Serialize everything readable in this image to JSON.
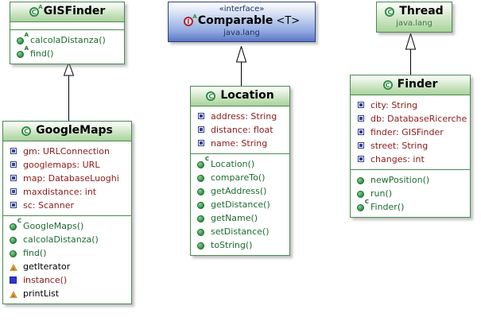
{
  "diagram": {
    "title": "UML Class Diagram",
    "colors": {
      "class_border": "#4a8a52",
      "class_header_top": "#ffffff",
      "class_header_bottom": "#a9d39b",
      "interface_border": "#2c3f80",
      "interface_header_bottom": "#5b77c4",
      "field_text": "#8b1a1a",
      "method_text": "#1d6b2f",
      "package_text": "#3f7a46",
      "connector": "#000000",
      "canvas_background": "#ffffff"
    }
  },
  "classes": {
    "gisfinder": {
      "name": "GISFinder",
      "icon": "abstract-class-icon",
      "icon_letter": "C",
      "icon_superscript": "A",
      "stereotype": "",
      "package": "",
      "fields": [],
      "methods": [
        {
          "name": "calcolaDistanza()",
          "icon": "abstract-method-icon",
          "icon_superscript": "A",
          "style": "method"
        },
        {
          "name": "find()",
          "icon": "abstract-method-icon",
          "icon_superscript": "A",
          "style": "method"
        }
      ]
    },
    "googlemaps": {
      "name": "GoogleMaps",
      "icon": "class-icon",
      "icon_letter": "C",
      "icon_superscript": "",
      "stereotype": "",
      "package": "",
      "fields": [
        {
          "name": "gm: URLConnection",
          "icon": "private-field-icon",
          "style": "field"
        },
        {
          "name": "googlemaps: URL",
          "icon": "private-field-icon",
          "style": "field"
        },
        {
          "name": "map: DatabaseLuoghi",
          "icon": "private-field-icon",
          "style": "field"
        },
        {
          "name": "maxdistance: int",
          "icon": "private-field-icon",
          "style": "field"
        },
        {
          "name": "sc: Scanner",
          "icon": "private-field-icon",
          "style": "field"
        }
      ],
      "methods": [
        {
          "name": "GoogleMaps()",
          "icon": "constructor-icon",
          "icon_superscript": "C",
          "style": "method"
        },
        {
          "name": "calcolaDistanza()",
          "icon": "public-method-icon",
          "icon_superscript": "",
          "style": "method"
        },
        {
          "name": "find()",
          "icon": "public-method-icon",
          "icon_superscript": "",
          "style": "method"
        },
        {
          "name": "getIterator",
          "icon": "warning-triangle-icon",
          "icon_superscript": "",
          "style": "plain"
        },
        {
          "name": "instance()",
          "icon": "blue-square-icon",
          "icon_superscript": "",
          "style": "field"
        },
        {
          "name": "printList",
          "icon": "warning-triangle-icon",
          "icon_superscript": "",
          "style": "plain"
        }
      ]
    },
    "comparable": {
      "name": "Comparable",
      "type_parameter": "<T>",
      "icon": "abstract-interface-icon",
      "icon_letter": "I",
      "icon_superscript": "A",
      "stereotype": "«interface»",
      "package": "java.lang",
      "fields": [],
      "methods": []
    },
    "location": {
      "name": "Location",
      "icon": "class-icon",
      "icon_letter": "C",
      "icon_superscript": "",
      "stereotype": "",
      "package": "",
      "fields": [
        {
          "name": "address: String",
          "icon": "private-field-icon",
          "style": "field"
        },
        {
          "name": "distance: float",
          "icon": "private-field-icon",
          "style": "field"
        },
        {
          "name": "name: String",
          "icon": "private-field-icon",
          "style": "field"
        }
      ],
      "methods": [
        {
          "name": "Location()",
          "icon": "constructor-icon",
          "icon_superscript": "C",
          "style": "method"
        },
        {
          "name": "compareTo()",
          "icon": "public-method-icon",
          "icon_superscript": "",
          "style": "method"
        },
        {
          "name": "getAddress()",
          "icon": "public-method-icon",
          "icon_superscript": "",
          "style": "method"
        },
        {
          "name": "getDistance()",
          "icon": "public-method-icon",
          "icon_superscript": "",
          "style": "method"
        },
        {
          "name": "getName()",
          "icon": "public-method-icon",
          "icon_superscript": "",
          "style": "method"
        },
        {
          "name": "setDistance()",
          "icon": "public-method-icon",
          "icon_superscript": "",
          "style": "method"
        },
        {
          "name": "toString()",
          "icon": "public-method-icon",
          "icon_superscript": "",
          "style": "method"
        }
      ]
    },
    "thread": {
      "name": "Thread",
      "icon": "class-icon",
      "icon_letter": "C",
      "icon_superscript": "",
      "stereotype": "",
      "package": "java.lang",
      "fields": [],
      "methods": []
    },
    "finder": {
      "name": "Finder",
      "icon": "class-icon",
      "icon_letter": "C",
      "icon_superscript": "",
      "stereotype": "",
      "package": "",
      "fields": [
        {
          "name": "city: String",
          "icon": "private-field-icon",
          "style": "field"
        },
        {
          "name": "db: DatabaseRicerche",
          "icon": "private-field-icon",
          "style": "field"
        },
        {
          "name": "finder: GISFinder",
          "icon": "private-field-icon",
          "style": "field"
        },
        {
          "name": "street: String",
          "icon": "private-field-icon",
          "style": "field"
        },
        {
          "name": "changes: int",
          "icon": "private-field-icon",
          "style": "field"
        }
      ],
      "methods": [
        {
          "name": "newPosition()",
          "icon": "public-method-icon",
          "icon_superscript": "",
          "style": "method"
        },
        {
          "name": "run()",
          "icon": "public-method-icon",
          "icon_superscript": "",
          "style": "method"
        },
        {
          "name": "Finder()",
          "icon": "constructor-icon",
          "icon_superscript": "C",
          "style": "method"
        }
      ]
    }
  },
  "relationships": [
    {
      "name": "googlemaps-extends-gisfinder",
      "type": "generalization",
      "from": "GoogleMaps",
      "to": "GISFinder"
    },
    {
      "name": "location-implements-comparable",
      "type": "generalization",
      "from": "Location",
      "to": "Comparable"
    },
    {
      "name": "finder-extends-thread",
      "type": "generalization",
      "from": "Finder",
      "to": "Thread"
    }
  ]
}
